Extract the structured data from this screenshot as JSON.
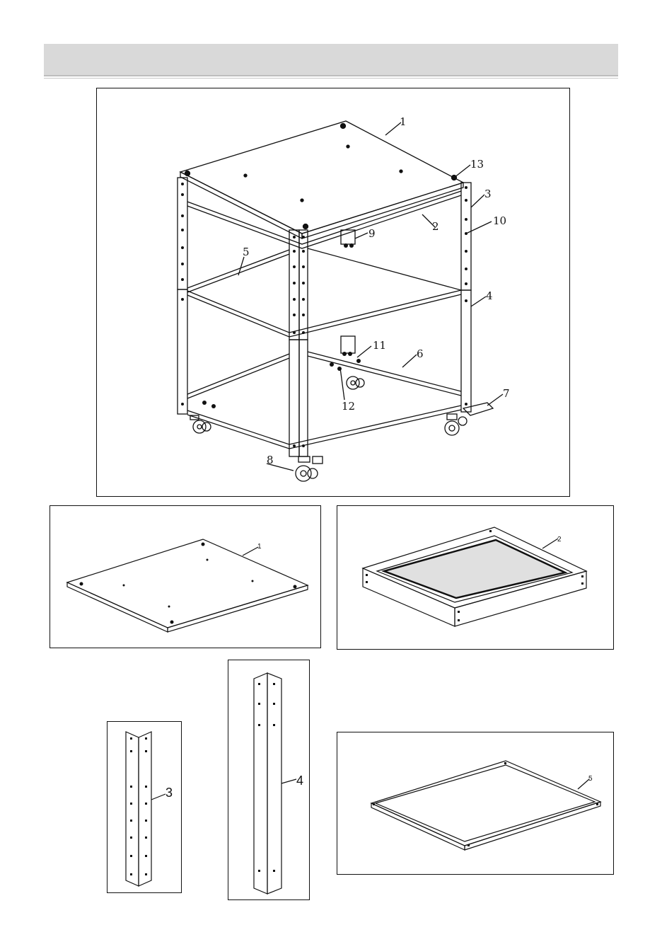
{
  "header": {
    "title": ""
  },
  "main_diagram": {
    "callouts": [
      "1",
      "2",
      "3",
      "4",
      "5",
      "6",
      "7",
      "8",
      "9",
      "10",
      "11",
      "12",
      "13"
    ]
  },
  "parts": {
    "top_panel": "1",
    "frame_upper": "2",
    "leg_upper": "3",
    "leg_lower": "4",
    "frame_shelf": "5"
  },
  "colors": {
    "line": "#111111",
    "header_bg": "#d9d9d9"
  }
}
